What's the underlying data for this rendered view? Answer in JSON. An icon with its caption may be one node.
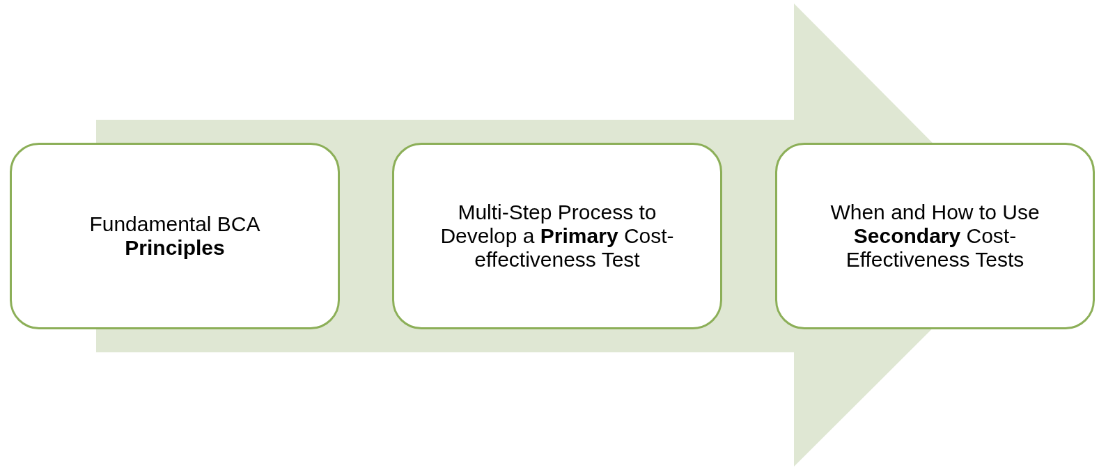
{
  "diagram": {
    "nodes": [
      {
        "text": [
          "Fundamental BCA **Principles**"
        ]
      },
      {
        "text": [
          "Multi-Step Process to Develop a **Primary** Cost-effectiveness Test"
        ]
      },
      {
        "text": [
          "When and How to Use **Secondary** Cost-Effectiveness Tests"
        ]
      }
    ],
    "edges": [
      {
        "from": 0,
        "to": 2,
        "arrow": "to",
        "style": "thick"
      }
    ]
  }
}
